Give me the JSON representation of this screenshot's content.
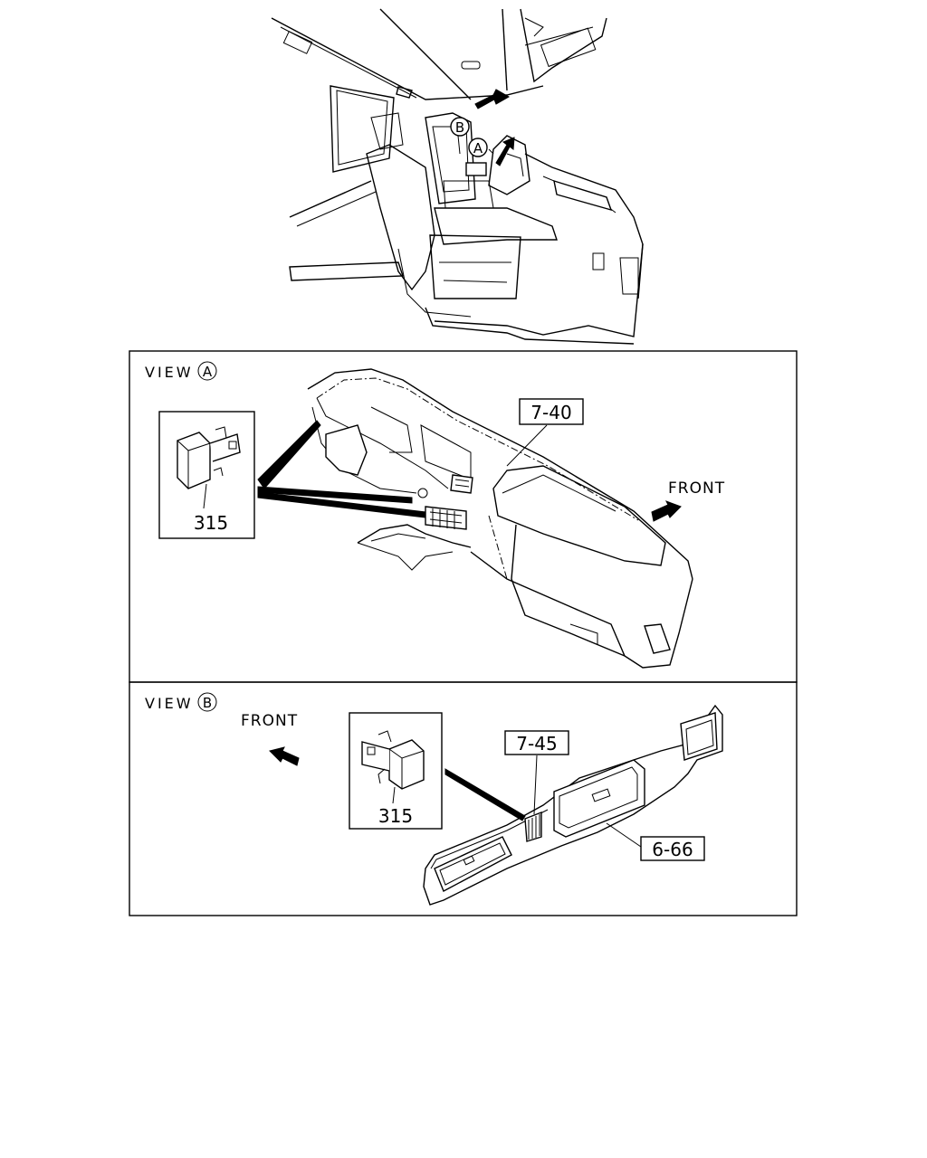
{
  "top_view": {
    "callout_a": "A",
    "callout_b": "B"
  },
  "view_a": {
    "label": "VIEW",
    "circle_letter": "A",
    "part_number": "315",
    "ref_label": "7-40",
    "front_label": "FRONT"
  },
  "view_b": {
    "label": "VIEW",
    "circle_letter": "B",
    "part_number": "315",
    "ref_label_1": "7-45",
    "ref_label_2": "6-66",
    "front_label": "FRONT"
  }
}
